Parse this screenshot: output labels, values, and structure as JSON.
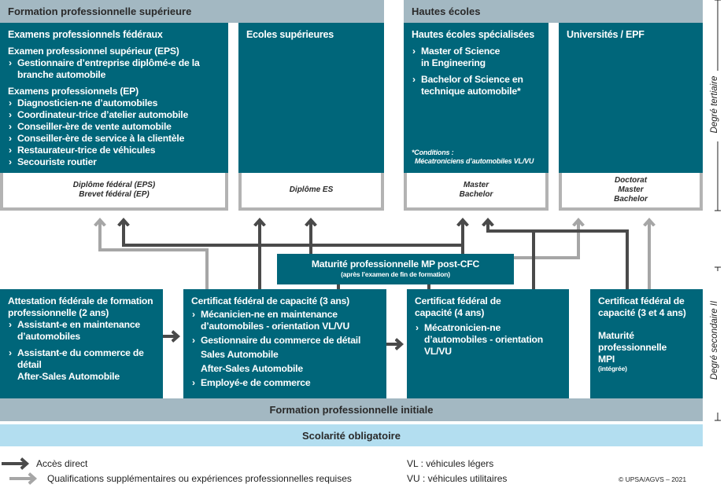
{
  "tertiary": {
    "band_left": "Formation professionnelle supérieure",
    "band_right": "Hautes écoles",
    "federal_exams": {
      "title": "Examens professionnels fédéraux",
      "eps_title": "Examen professionnel supérieur (EPS)",
      "eps_items": [
        "Gestionnaire d’entreprise diplômé-e de la branche automobile"
      ],
      "ep_title": "Examens professionnels (EP)",
      "ep_items": [
        "Diagnosticien-ne d’automobiles",
        "Coordinateur-trice d’atelier automobile",
        "Conseiller-ère de vente automobile",
        "Conseiller-ère de service à la clientèle",
        "Restaurateur-trice de véhicules",
        "Secouriste routier"
      ],
      "diploma": [
        "Diplôme fédéral (EPS)",
        "Brevet fédéral (EP)"
      ]
    },
    "higher_schools": {
      "title": "Ecoles supérieures",
      "diploma": [
        "Diplôme ES"
      ]
    },
    "universities_applied": {
      "title": "Hautes écoles spécialisées",
      "items": [
        "Master of Science in Engineering",
        "Bachelor of Science en technique automobile*"
      ],
      "note": [
        "*Conditions :",
        "Mécatroniciens d’automobiles VL/VU"
      ],
      "diploma": [
        "Master",
        "Bachelor"
      ]
    },
    "universities": {
      "title": "Universités / EPF",
      "diploma": [
        "Doctorat",
        "Master",
        "Bachelor"
      ]
    }
  },
  "mp_box": {
    "title": "Maturité professionnelle MP post-CFC",
    "subtitle": "(après l’examen de fin de formation)"
  },
  "secondary": {
    "afp": {
      "title": "Attestation fédérale de formation professionnelle (2 ans)",
      "items": [
        "Assistant-e en maintenance d’automobiles",
        "Assistant-e du commerce de détail"
      ],
      "sub": [
        "After-Sales Automobile"
      ]
    },
    "cfc3": {
      "title": "Certificat fédéral de capacité (3 ans)",
      "items": [
        "Mécanicien-ne en maintenance d’automobiles - orientation VL/VU",
        "Gestionnaire du commerce de détail"
      ],
      "sub": [
        "Sales Automobile",
        "After-Sales Automobile"
      ],
      "last": "Employé-e de commerce"
    },
    "cfc4": {
      "title": "Certificat fédéral de capacité (4 ans)",
      "items": [
        "Mécatronicien-ne d’automobiles - orientation VL/VU"
      ]
    },
    "cfc34": {
      "title": "Certificat fédéral de capacité (3 et 4 ans)",
      "mpi": "Maturité professionnelle MPI",
      "mpi_sub": "(intégrée)"
    }
  },
  "initial_training": "Formation professionnelle initiale",
  "compulsory_school": "Scolarité obligatoire",
  "side_labels": {
    "tertiary": "Degré tertiaire",
    "secondary": "Degré secondaire II"
  },
  "legend": {
    "direct": "Accès direct",
    "additional": "Qualifications supplémentaires ou expériences professionnelles requises",
    "vl": "VL : véhicules légers",
    "vu": "VU : véhicules utilitaires"
  },
  "copyright": "© UPSA/AGVS – 2021",
  "colors": {
    "teal": "#00667a",
    "band": "#a3b8c2",
    "light_blue": "#b3def0",
    "dark_arrow": "#4a4a4a",
    "light_arrow": "#a6a6a6"
  }
}
